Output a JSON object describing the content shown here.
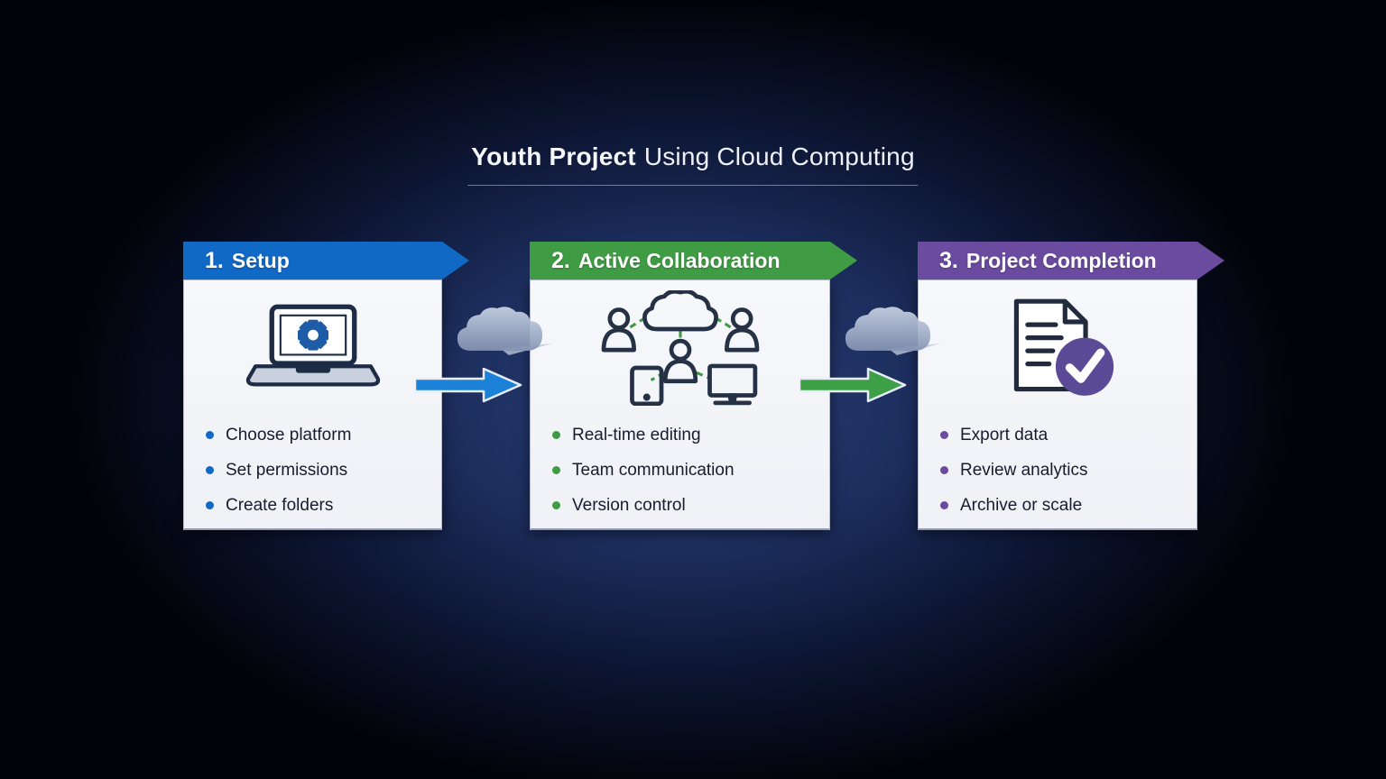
{
  "title": {
    "lead": "Youth Project",
    "rest": "Using Cloud Computing"
  },
  "stages": [
    {
      "number": "1.",
      "label": "Setup",
      "color": "#1169c6",
      "icon": "laptop-gear-icon",
      "icon_accent": "#1f5ca8",
      "bullets": [
        "Choose platform",
        "Set permissions",
        "Create folders"
      ]
    },
    {
      "number": "2.",
      "label": "Active Collaboration",
      "color": "#3f9c44",
      "icon": "cloud-team-icon",
      "icon_accent": "#3f9c44",
      "bullets": [
        "Real-time editing",
        "Team communication",
        "Version control"
      ]
    },
    {
      "number": "3.",
      "label": "Project Completion",
      "color": "#6a4ba0",
      "icon": "document-check-icon",
      "icon_accent": "#5b4a96",
      "bullets": [
        "Export data",
        "Review analytics",
        "Archive or scale"
      ]
    }
  ],
  "connectors": [
    {
      "icon": "cloud-icon",
      "arrow": "right-arrow-icon",
      "arrow_color": "#1b82d8"
    },
    {
      "icon": "cloud-icon",
      "arrow": "right-arrow-icon",
      "arrow_color": "#3da047"
    }
  ]
}
